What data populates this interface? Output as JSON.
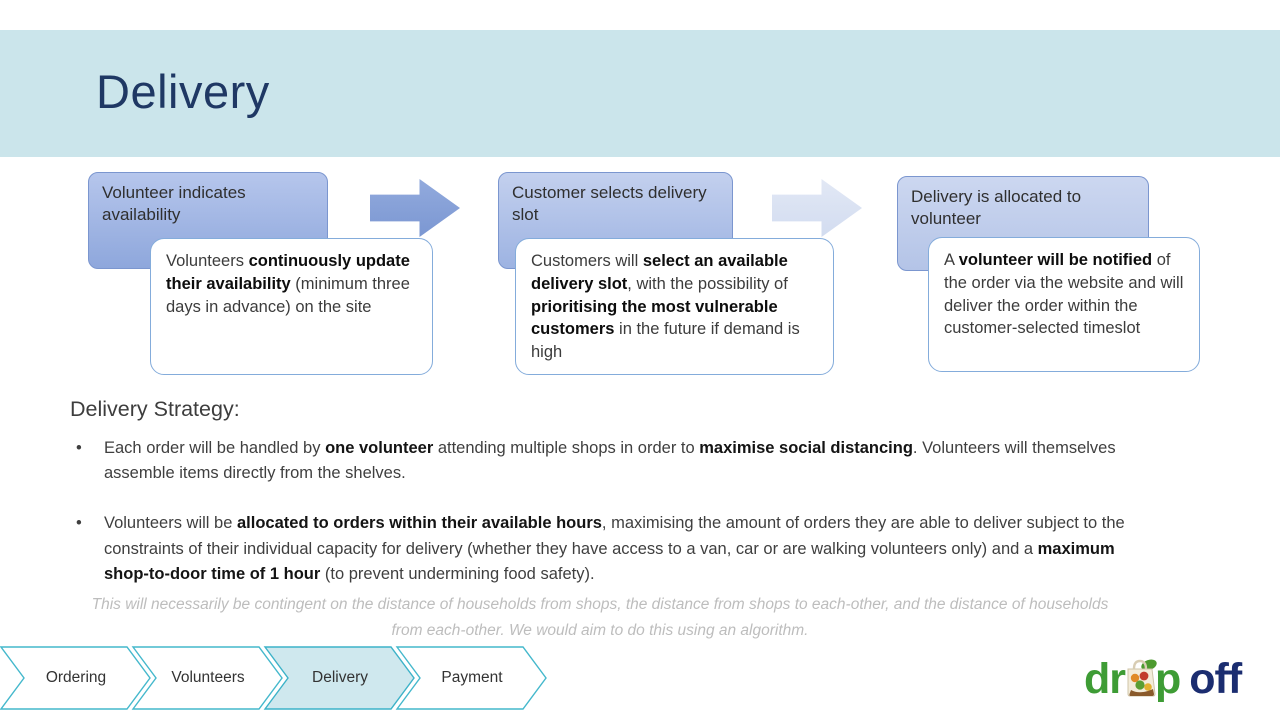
{
  "header": {
    "title": "Delivery"
  },
  "process": {
    "steps": [
      {
        "label": "Volunteer indicates availability",
        "detail": [
          {
            "t": "Volunteers "
          },
          {
            "t": "continuously update their availability",
            "b": true
          },
          {
            "t": " (minimum three days in advance) on the site"
          }
        ]
      },
      {
        "label": "Customer selects delivery slot",
        "detail": [
          {
            "t": "Customers will "
          },
          {
            "t": "select an available delivery slot",
            "b": true
          },
          {
            "t": ", with the possibility of "
          },
          {
            "t": "prioritising the most vulnerable customers",
            "b": true
          },
          {
            "t": " in the future if demand is high"
          }
        ]
      },
      {
        "label": "Delivery is allocated to volunteer",
        "detail": [
          {
            "t": "A "
          },
          {
            "t": "volunteer will be notified",
            "b": true
          },
          {
            "t": " of the order via the website and will deliver the order within the customer-selected timeslot"
          }
        ]
      }
    ],
    "arrow_icons": [
      "right-arrow-icon",
      "right-arrow-icon"
    ]
  },
  "strategy": {
    "heading": "Delivery Strategy:",
    "bullets": [
      [
        {
          "t": "Each order will be handled by "
        },
        {
          "t": "one volunteer",
          "b": true
        },
        {
          "t": " attending multiple shops in order to "
        },
        {
          "t": "maximise social distancing",
          "b": true
        },
        {
          "t": ". Volunteers will themselves assemble items directly from the shelves."
        }
      ],
      [
        {
          "t": "Volunteers will be "
        },
        {
          "t": "allocated to orders within their available hours",
          "b": true
        },
        {
          "t": ", maximising the amount of orders they are able to deliver subject to the constraints of their individual capacity for delivery (whether they have access to a van, car or are walking volunteers only) and a "
        },
        {
          "t": "maximum shop-to-door time of 1 hour",
          "b": true
        },
        {
          "t": " (to prevent undermining food safety)."
        }
      ]
    ],
    "footnote": "This will necessarily be contingent on the distance of households from shops, the distance from shops to each-other, and the distance of households from each-other. We would aim to do this using an algorithm."
  },
  "nav": {
    "items": [
      {
        "label": "Ordering",
        "active": false
      },
      {
        "label": "Volunteers",
        "active": false
      },
      {
        "label": "Delivery",
        "active": true
      },
      {
        "label": "Payment",
        "active": false
      }
    ]
  },
  "logo": {
    "part1": "dr",
    "part2": "p",
    "part3": "off"
  },
  "colors": {
    "header_band": "#cbe5eb",
    "title_navy": "#1f3864",
    "box_blue_dark": "#8ea7dc",
    "box_blue_light": "#ccd7f0",
    "arrow_blue": "#7b97d2",
    "arrow_pale": "#d2dcf0",
    "chevron_teal": "#44b8cc",
    "chevron_active_fill": "#cfe8ee",
    "logo_green": "#3e9c35",
    "logo_navy": "#1b2d70",
    "footnote_gray": "#bdbdbd"
  }
}
